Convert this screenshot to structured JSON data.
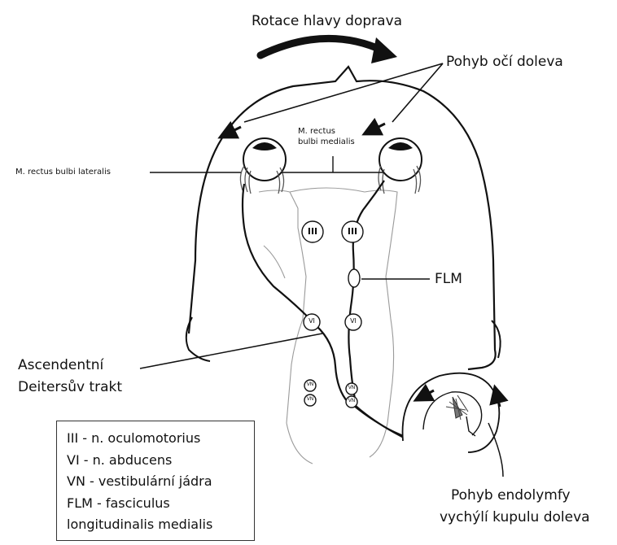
{
  "title": "Rotace hlavy doprava",
  "labels": {
    "eye_movement": "Pohyb očí doleva",
    "rectus_medialis_line1": "M. rectus",
    "rectus_medialis_line2": "bulbi medialis",
    "rectus_lateralis": "M. rectus bulbi lateralis",
    "flm": "FLM",
    "deiters_line1": "Ascendentní",
    "deiters_line2": "Deitersův trakt",
    "endolymph_line1": "Pohyb endolymfy",
    "endolymph_line2": "vychýlí kupulu doleva"
  },
  "nuclei": {
    "oculomotor_left": "III",
    "oculomotor_right": "III",
    "abducens_left": "VI",
    "abducens_right": "VI",
    "vn_label": "VN"
  },
  "legend": [
    "III - n. oculomotorius",
    "VI - n. abducens",
    "VN - vestibulární jádra",
    "FLM - fasciculus",
    "longitudinalis medialis"
  ]
}
